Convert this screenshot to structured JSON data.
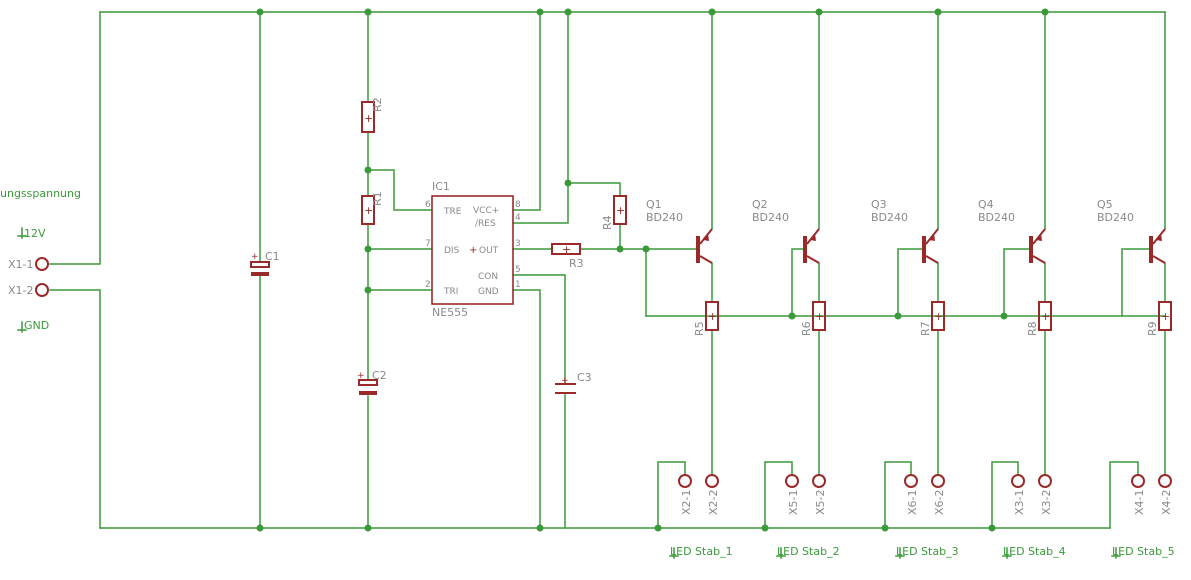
{
  "colors": {
    "wire": "#3a9a3a",
    "part": "#9a2a2a",
    "label": "#8a8a8a",
    "background": "#ffffff"
  },
  "nets": {
    "supply_label": "ungsspannung",
    "v12": "12V",
    "gnd": "GND",
    "led_rails": [
      "LED Stab_1",
      "LED Stab_2",
      "LED Stab_3",
      "LED Stab_4",
      "LED Stab_5"
    ]
  },
  "connectors": {
    "x1_1": "X1-1",
    "x1_2": "X1-2",
    "pairs": [
      {
        "a": "X2-1",
        "b": "X2-2"
      },
      {
        "a": "X5-1",
        "b": "X5-2"
      },
      {
        "a": "X6-1",
        "b": "X6-2"
      },
      {
        "a": "X3-1",
        "b": "X3-2"
      },
      {
        "a": "X4-1",
        "b": "X4-2"
      }
    ]
  },
  "capacitors": {
    "c1": "C1",
    "c2": "C2",
    "c3": "C3"
  },
  "resistors": {
    "r1": "R1",
    "r2": "R2",
    "r3": "R3",
    "r4": "R4",
    "emitter": [
      "R5",
      "R6",
      "R7",
      "R8",
      "R9"
    ]
  },
  "ic": {
    "ref": "IC1",
    "value": "NE555",
    "pins": {
      "tre": {
        "num": "6",
        "name": "TRE"
      },
      "dis": {
        "num": "7",
        "name": "DIS"
      },
      "tri": {
        "num": "2",
        "name": "TRI"
      },
      "vcc": {
        "num": "8",
        "name": "VCC+"
      },
      "res": {
        "num": "4",
        "name": "/RES"
      },
      "out": {
        "num": "3",
        "name": "OUT"
      },
      "con": {
        "num": "5",
        "name": "CON"
      },
      "gnd": {
        "num": "1",
        "name": "GND"
      }
    }
  },
  "transistors": [
    {
      "ref": "Q1",
      "value": "BD240"
    },
    {
      "ref": "Q2",
      "value": "BD240"
    },
    {
      "ref": "Q3",
      "value": "BD240"
    },
    {
      "ref": "Q4",
      "value": "BD240"
    },
    {
      "ref": "Q5",
      "value": "BD240"
    }
  ]
}
